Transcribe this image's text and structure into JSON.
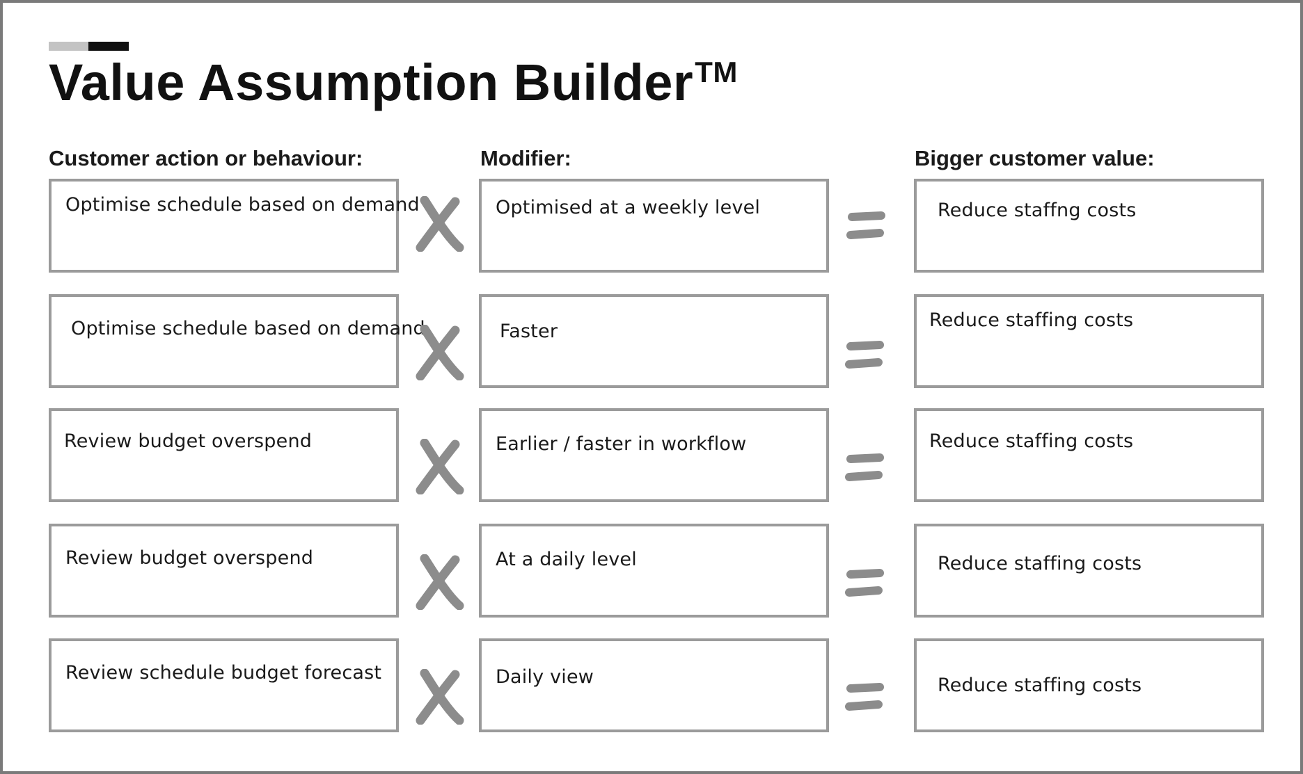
{
  "title": "Value Assumption Builder",
  "title_mark": "TM",
  "columns": {
    "action": "Customer action or behaviour:",
    "modifier": "Modifier:",
    "value": "Bigger customer value:"
  },
  "rows": [
    {
      "action": "Optimise schedule based on demand",
      "modifier": "Optimised at a weekly level",
      "value": "Reduce staffng costs"
    },
    {
      "action": "Optimise schedule based on demand",
      "modifier": "Faster",
      "value": "Reduce staffing costs"
    },
    {
      "action": "Review budget overspend",
      "modifier": "Earlier / faster in workflow",
      "value": "Reduce staffing costs"
    },
    {
      "action": "Review budget overspend",
      "modifier": "At a daily level",
      "value": "Reduce staffing costs"
    },
    {
      "action": "Review schedule budget forecast",
      "modifier": "Daily view",
      "value": "Reduce staffing costs"
    }
  ],
  "colors": {
    "frame": "#7a7a7a",
    "box_border": "#9b9b9b",
    "operator": "#8c8c8c",
    "accent_light": "#c3c3c3",
    "accent_dark": "#111111"
  },
  "icons": {
    "multiply": "times-icon",
    "equals": "equals-icon"
  }
}
